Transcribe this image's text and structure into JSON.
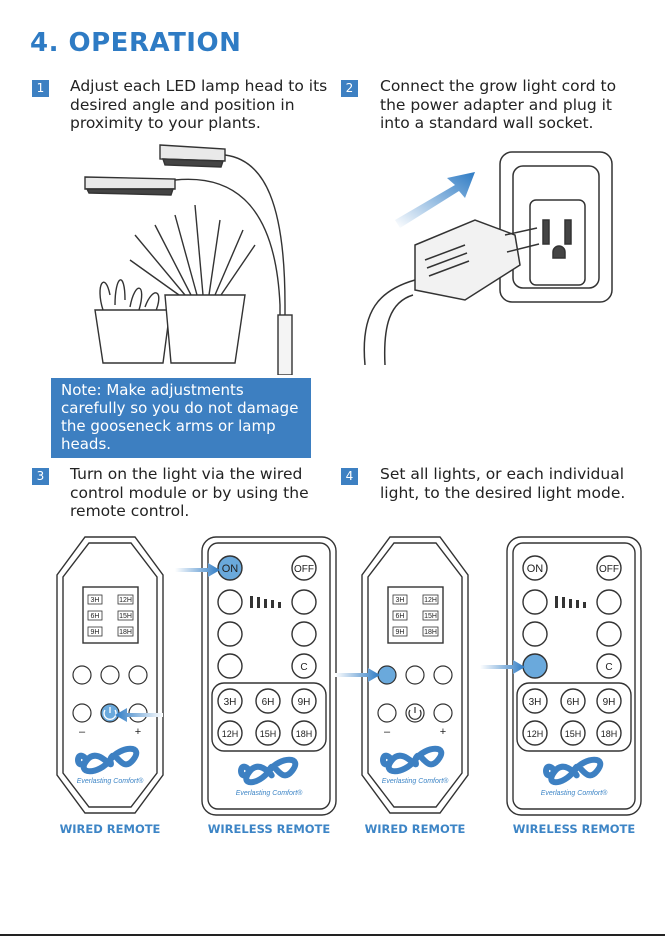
{
  "title": "4. OPERATION",
  "steps": [
    {
      "num": "1",
      "text": "Adjust each LED lamp head to its desired angle and position in proximity to your plants."
    },
    {
      "num": "2",
      "text": "Connect the grow light cord to the power adapter and plug it into a standard wall socket."
    },
    {
      "num": "3",
      "text": "Turn on the light via the wired control module or by using the remote control."
    },
    {
      "num": "4",
      "text": "Set all lights, or each individual light, to the desired light mode."
    }
  ],
  "note": "Note: Make adjustments carefully so you do not damage the gooseneck arms or lamp heads.",
  "captions": [
    "WIRED REMOTE",
    "WIRELESS REMOTE",
    "WIRED REMOTE",
    "WIRELESS REMOTE"
  ],
  "wired_remote": {
    "timers": [
      "3H",
      "12H",
      "6H",
      "15H",
      "9H",
      "18H"
    ],
    "minus": "–",
    "plus": "+"
  },
  "wireless_remote": {
    "on": "ON",
    "off": "OFF",
    "c": "C",
    "timers": [
      "3H",
      "6H",
      "9H",
      "12H",
      "15H",
      "18H"
    ]
  },
  "brand": "Everlasting Comfort®",
  "colors": {
    "accent": "#3d80c2",
    "caption": "#3d85c6",
    "highlight": "#6aa9dc"
  }
}
